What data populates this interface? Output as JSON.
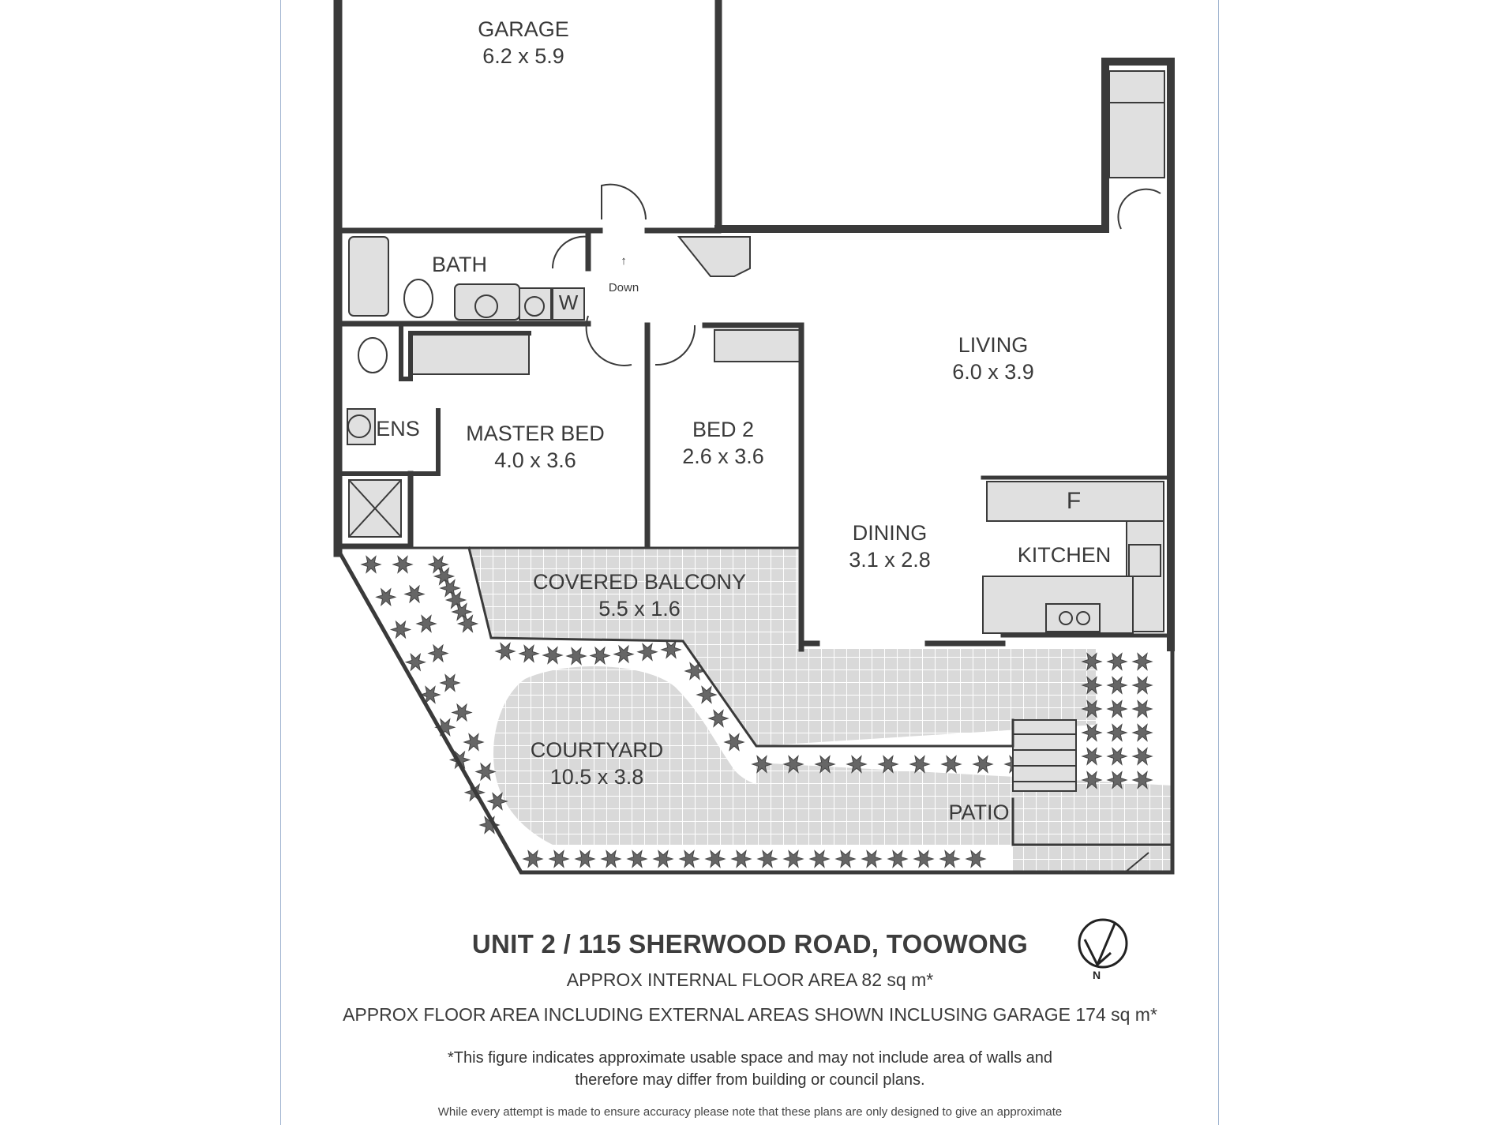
{
  "rooms": {
    "garage": {
      "name": "GARAGE",
      "size": "6.2 x 5.9"
    },
    "bath": {
      "name": "BATH"
    },
    "w": {
      "name": "W"
    },
    "down": {
      "name": "Down"
    },
    "living": {
      "name": "LIVING",
      "size": "6.0 x 3.9"
    },
    "ens": {
      "name": "ENS"
    },
    "master_bed": {
      "name": "MASTER BED",
      "size": "4.0 x 3.6"
    },
    "bed2": {
      "name": "BED 2",
      "size": "2.6 x 3.6"
    },
    "dining": {
      "name": "DINING",
      "size": "3.1 x 2.8"
    },
    "fridge": {
      "name": "F"
    },
    "kitchen": {
      "name": "KITCHEN"
    },
    "balcony": {
      "name": "COVERED BALCONY",
      "size": "5.5 x 1.6"
    },
    "courtyard": {
      "name": "COURTYARD",
      "size": "10.5 x 3.8"
    },
    "patio": {
      "name": "PATIO"
    }
  },
  "footer": {
    "title": "UNIT 2 / 115 SHERWOOD ROAD, TOOWONG",
    "internal_area": "APPROX INTERNAL FLOOR AREA 82 sq m*",
    "total_area": "APPROX FLOOR AREA INCLUDING EXTERNAL AREAS SHOWN INCLUSING GARAGE 174 sq m*",
    "note_line1": "*This figure indicates approximate usable space and may not include area of walls and",
    "note_line2": "therefore may differ from building or council plans.",
    "disclaimer": "While every attempt is made to ensure accuracy please note that these plans are only designed to give an approximate"
  },
  "compass": {
    "label": "N"
  },
  "colors": {
    "wall": "#3a3a3a",
    "fixture": "#e0e0e0",
    "tile": "#d9d9d9",
    "tile_line": "#ffffff",
    "plant": "#555555",
    "sheet_edge": "#9fb3cf"
  }
}
